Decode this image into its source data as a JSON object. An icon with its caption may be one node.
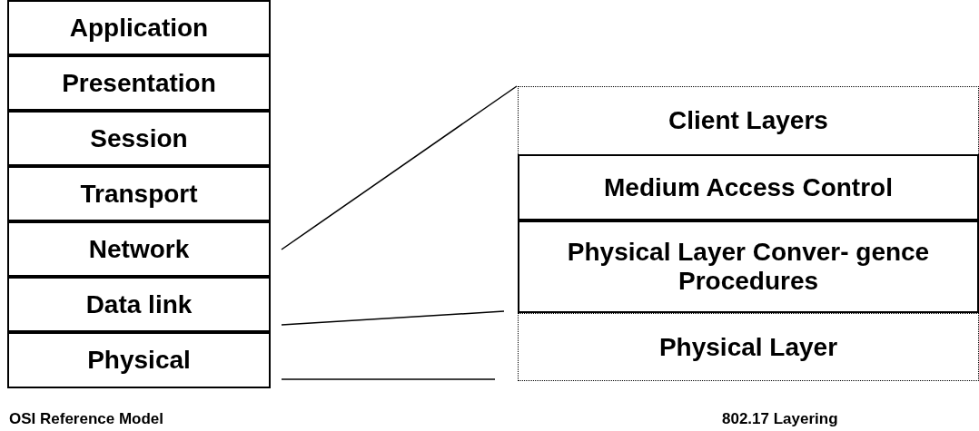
{
  "diagram": {
    "nodes": [
      {
        "text": [
          "Application"
        ]
      },
      {
        "text": [
          "Presentation"
        ]
      },
      {
        "text": [
          "Session"
        ]
      },
      {
        "text": [
          "Transport"
        ]
      },
      {
        "text": [
          "Network"
        ]
      },
      {
        "text": [
          "Data link"
        ]
      },
      {
        "text": [
          "Physical"
        ]
      },
      {
        "text": [
          "Client Layers"
        ]
      },
      {
        "text": [
          "Medium Access Control"
        ]
      },
      {
        "text": [
          "Physical Layer Conver- gence Procedures"
        ]
      },
      {
        "text": [
          "Physical Layer"
        ]
      }
    ],
    "labels": [
      "OSI Reference Model",
      "802.17 Layering"
    ]
  }
}
